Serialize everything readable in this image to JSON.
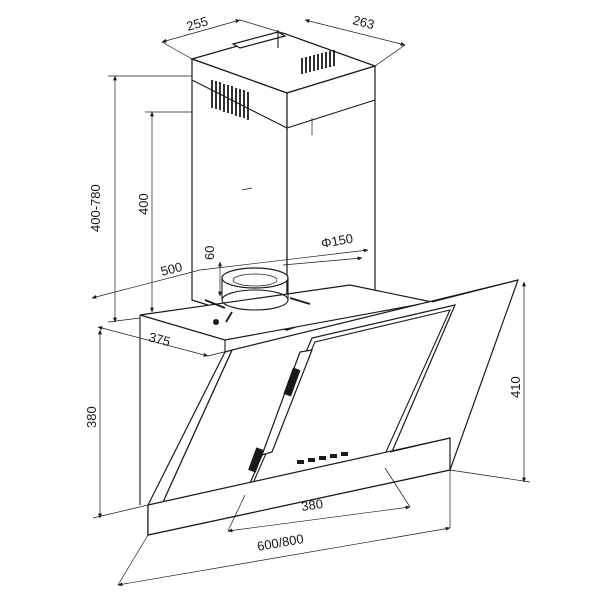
{
  "dimensions": {
    "chimney_width": "255",
    "chimney_depth": "263",
    "height_range": "400-780",
    "chimney_height": "400",
    "outlet_height": "60",
    "outlet_diameter": "Φ150",
    "base_depth": "500",
    "canopy_depth": "375",
    "canopy_height": "380",
    "glass_height": "410",
    "panel_width": "380",
    "hood_width": "600/800"
  },
  "colors": {
    "line": "#1a1a1a",
    "background": "#ffffff"
  }
}
